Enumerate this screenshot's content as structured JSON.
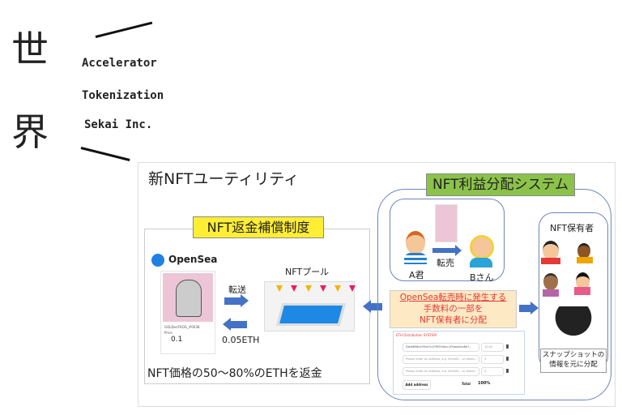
{
  "logo": {
    "kanji": [
      "世",
      "界"
    ],
    "lines": [
      "Accelerator",
      "Tokenization",
      "Sekai Inc."
    ]
  },
  "title": "新NFTユーティリティ",
  "refund": {
    "label": "NFT返金補償制度",
    "opensea_brand": "OpenSea",
    "nft_name": "GOLDenFROG_#0038",
    "price_label": "Price",
    "price": "0.1",
    "transfer_label": "転送",
    "pool_label": "NFTプール",
    "refund_amount": "0.05ETH",
    "caption": "NFT価格の50〜80%のETHを返金",
    "bunting_colors": [
      "#f4b400",
      "#e91e63",
      "#f4b400",
      "#e91e63",
      "#f4b400",
      "#e91e63"
    ]
  },
  "profit": {
    "label": "NFT利益分配システム",
    "person_a": "A君",
    "person_b": "Bさん",
    "resale_label": "転売",
    "description": [
      "OpenSea転売時に発生する",
      "手数料の一部を",
      "NFT保有者に分配"
    ],
    "holders_label": "NFT保有者",
    "snapshot_caption": [
      "スナップショットの",
      "情報を元に分配"
    ],
    "form": {
      "title": "ETH Distribution SYSTEM",
      "rows": [
        {
          "address": "0xb6656ce392a7c47f9554ecc1f5aea0cb8e7...",
          "percent": "10.00"
        },
        {
          "placeholder": "Please enter an address, e.g. 0x9ed3... or destin...",
          "percent": "0"
        },
        {
          "placeholder": "Please enter an address, e.g. 0x9ed3... or destin...",
          "percent": "0"
        }
      ],
      "percent_sign": "%",
      "add_button": "Add address",
      "total_label": "Total",
      "total_value": "100%"
    }
  },
  "colors": {
    "arrow": "#4472c4",
    "yellow": "#ffee33",
    "green": "#8bc34a",
    "orange_box": "#fde9c4",
    "red_text": "#e53935",
    "opensea": "#2081e2"
  }
}
